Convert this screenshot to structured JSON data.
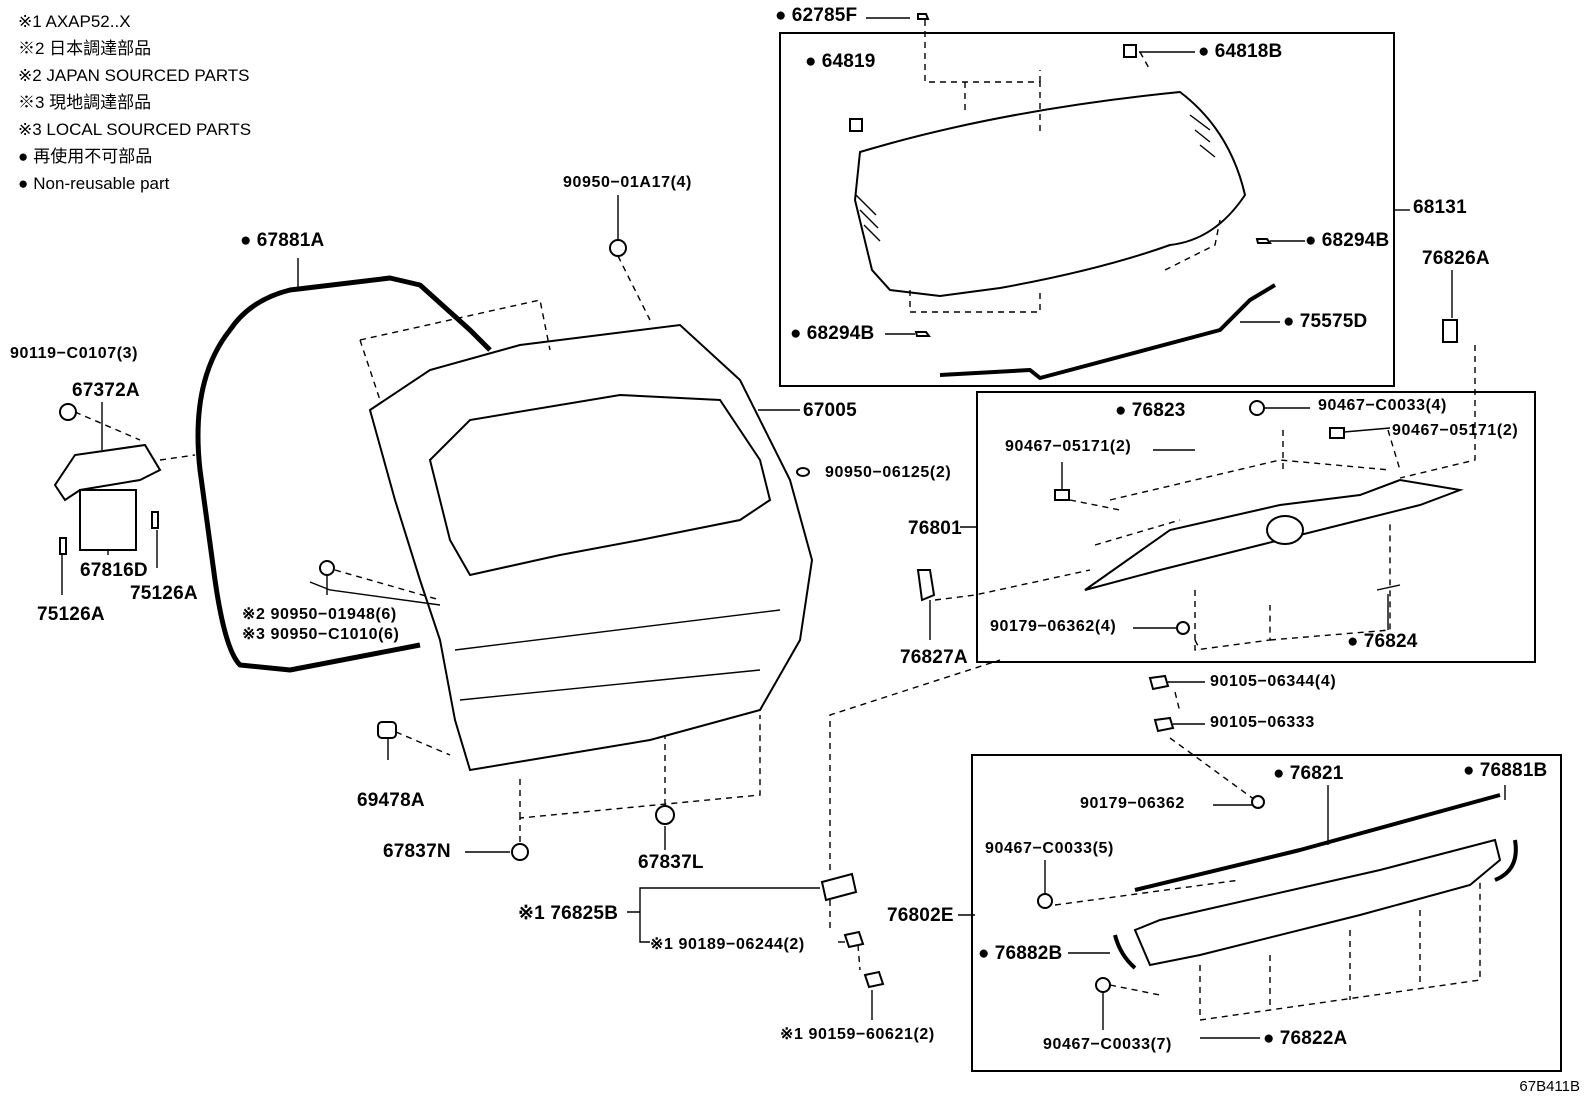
{
  "legend": {
    "l1": "※1 AXAP52..X",
    "l2": "※2 日本調達部品",
    "l3": "※2 JAPAN SOURCED PARTS",
    "l4": "※3 現地調達部品",
    "l5": "※3 LOCAL SOURCED PARTS",
    "l6": "再使用不可部品",
    "l7": "Non-reusable part"
  },
  "parts": {
    "p62785F": "62785F",
    "p64819": "64819",
    "p64818B": "64818B",
    "p68131": "68131",
    "p68294B_r": "68294B",
    "p68294B_l": "68294B",
    "p75575D": "75575D",
    "p76826A": "76826A",
    "p90950_01A17": "90950−01A17(4)",
    "p67881A": "67881A",
    "p90119_C0107": "90119−C0107(3)",
    "p67372A": "67372A",
    "p67005": "67005",
    "p90950_06125": "90950−06125(2)",
    "p67816D": "67816D",
    "p75126A_r": "75126A",
    "p75126A_l": "75126A",
    "p90950_01948": "※2 90950−01948(6)",
    "p90950_C1010": "※3 90950−C1010(6)",
    "p76823": "76823",
    "p90467_C0033_4": "90467−C0033(4)",
    "p90467_05171_l": "90467−05171(2)",
    "p90467_05171_r": "90467−05171(2)",
    "p76801": "76801",
    "p76827A": "76827A",
    "p90179_06362_4": "90179−06362(4)",
    "p76824": "76824",
    "p90105_06344": "90105−06344(4)",
    "p90105_06333": "90105−06333",
    "p69478A": "69478A",
    "p67837N": "67837N",
    "p67837L": "67837L",
    "p76825B": "※1 76825B",
    "p90189_06244": "※1 90189−06244(2)",
    "p90159_60621": "※1 90159−60621(2)",
    "p76821": "76821",
    "p76881B": "76881B",
    "p90179_06362": "90179−06362",
    "p90467_C0033_5": "90467−C0033(5)",
    "p76802E": "76802E",
    "p76882B": "76882B",
    "p90467_C0033_7": "90467−C0033(7)",
    "p76822A": "76822A"
  },
  "diagram_ref": "67B411B"
}
